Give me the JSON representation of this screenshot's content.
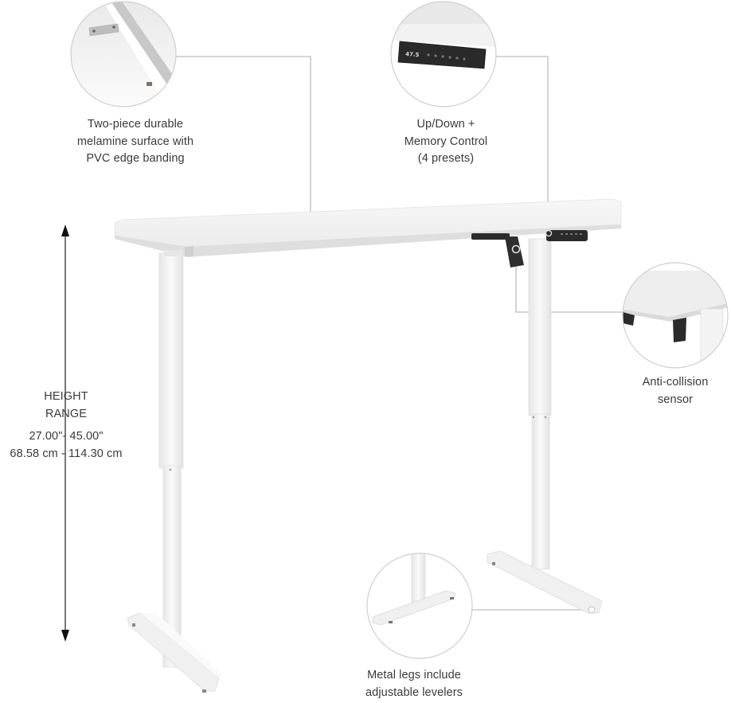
{
  "callouts": {
    "surface": {
      "lines": [
        "Two-piece durable",
        "melamine surface with",
        "PVC edge banding"
      ],
      "icon": "desktop-corner-detail"
    },
    "control": {
      "lines": [
        "Up/Down +",
        "Memory Control",
        "(4 presets)"
      ],
      "icon": "control-panel-detail",
      "display_value": "47.5"
    },
    "sensor": {
      "lines": [
        "Anti-collision",
        "sensor"
      ],
      "icon": "sensor-detail"
    },
    "legs": {
      "lines": [
        "Metal legs include",
        "adjustable levelers"
      ],
      "icon": "leveler-foot-detail"
    }
  },
  "height_range": {
    "title_lines": [
      "HEIGHT",
      "RANGE"
    ],
    "imperial": "27.00\"- 45.00\"",
    "metric": "68.58 cm - 114.30 cm",
    "icon": "double-arrow-vertical"
  },
  "colors": {
    "background": "#ffffff",
    "desk_white": "#f4f4f4",
    "desk_shadow": "#dcdcdc",
    "leader_line": "#b8b8b8",
    "text": "#3a3a3a",
    "control_dark": "#2b2b2b"
  }
}
